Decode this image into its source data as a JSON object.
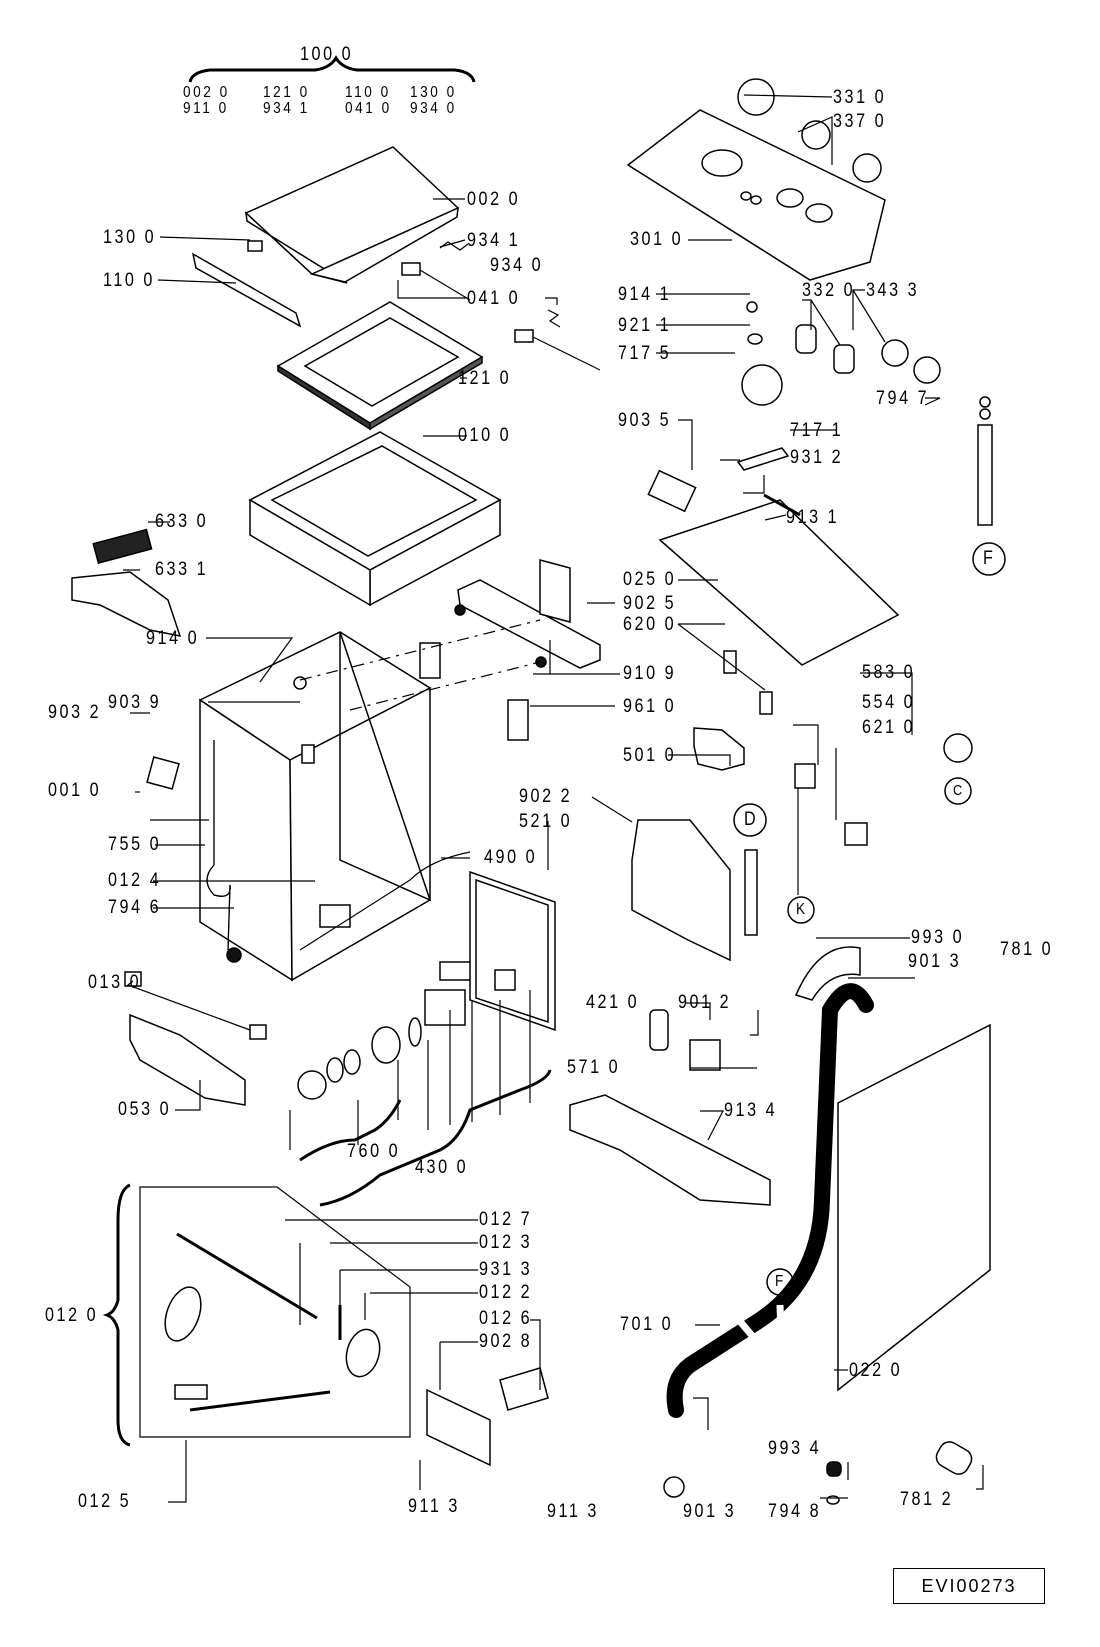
{
  "document_code": "EVI00273",
  "kit_header": {
    "label": "100 0",
    "members_row1": [
      "002 0",
      "121 0",
      "110 0",
      "130 0"
    ],
    "members_row2": [
      "911 0",
      "934 1",
      "041 0",
      "934 0"
    ]
  },
  "parts": {
    "p3310": "331 0",
    "p3370": "337 0",
    "p0020": "002 0",
    "p1300": "130 0",
    "p9341": "934 1",
    "p9340": "934 0",
    "p1100": "110 0",
    "p0410": "041 0",
    "p3010": "301 0",
    "p9141": "914 1",
    "p9211": "921 1",
    "p3320": "332 0",
    "p3433": "343 3",
    "p7175": "717 5",
    "p7947": "794 7",
    "p1210": "121 0",
    "p9035": "903 5",
    "p0100": "010 0",
    "p7171": "717 1",
    "p9312": "931 2",
    "p9131": "913 1",
    "p6330": "633 0",
    "p6331": "633 1",
    "p0250": "025 0",
    "p9025": "902 5",
    "p6200": "620 0",
    "p9140": "914 0",
    "p9109": "910 9",
    "p5830": "583 0",
    "p9039": "903 9",
    "p9610": "961 0",
    "p5540": "554 0",
    "p6210": "621 0",
    "p9032": "903 2",
    "p5010": "501 0",
    "p0010": "001 0",
    "p9022": "902 2",
    "p5210": "521 0",
    "p7550": "755 0",
    "p4900": "490 0",
    "p0124": "012 4",
    "p7946": "794 6",
    "p9930": "993 0",
    "p9013a": "901 3",
    "p7810": "781 0",
    "p4210": "421 0",
    "p9012": "901 2",
    "p0130": "013 0",
    "p5710": "571 0",
    "p9134": "913 4",
    "p0530": "053 0",
    "p7600": "760 0",
    "p4300": "430 0",
    "p0127": "012 7",
    "p0123": "012 3",
    "p9313": "931 3",
    "p0122": "012 2",
    "p0120": "012 0",
    "p7010": "701 0",
    "p0126": "012 6",
    "p9028": "902 8",
    "p0220": "022 0",
    "p0125": "012 5",
    "p9934": "993 4",
    "p7812": "781 2",
    "p9113a": "911 3",
    "p9113b": "911 3",
    "p9013b": "901 3",
    "p7948": "794 8"
  },
  "connectors": {
    "F_top": "F",
    "C": "C",
    "D": "D",
    "K": "K",
    "F_bottom": "F"
  }
}
